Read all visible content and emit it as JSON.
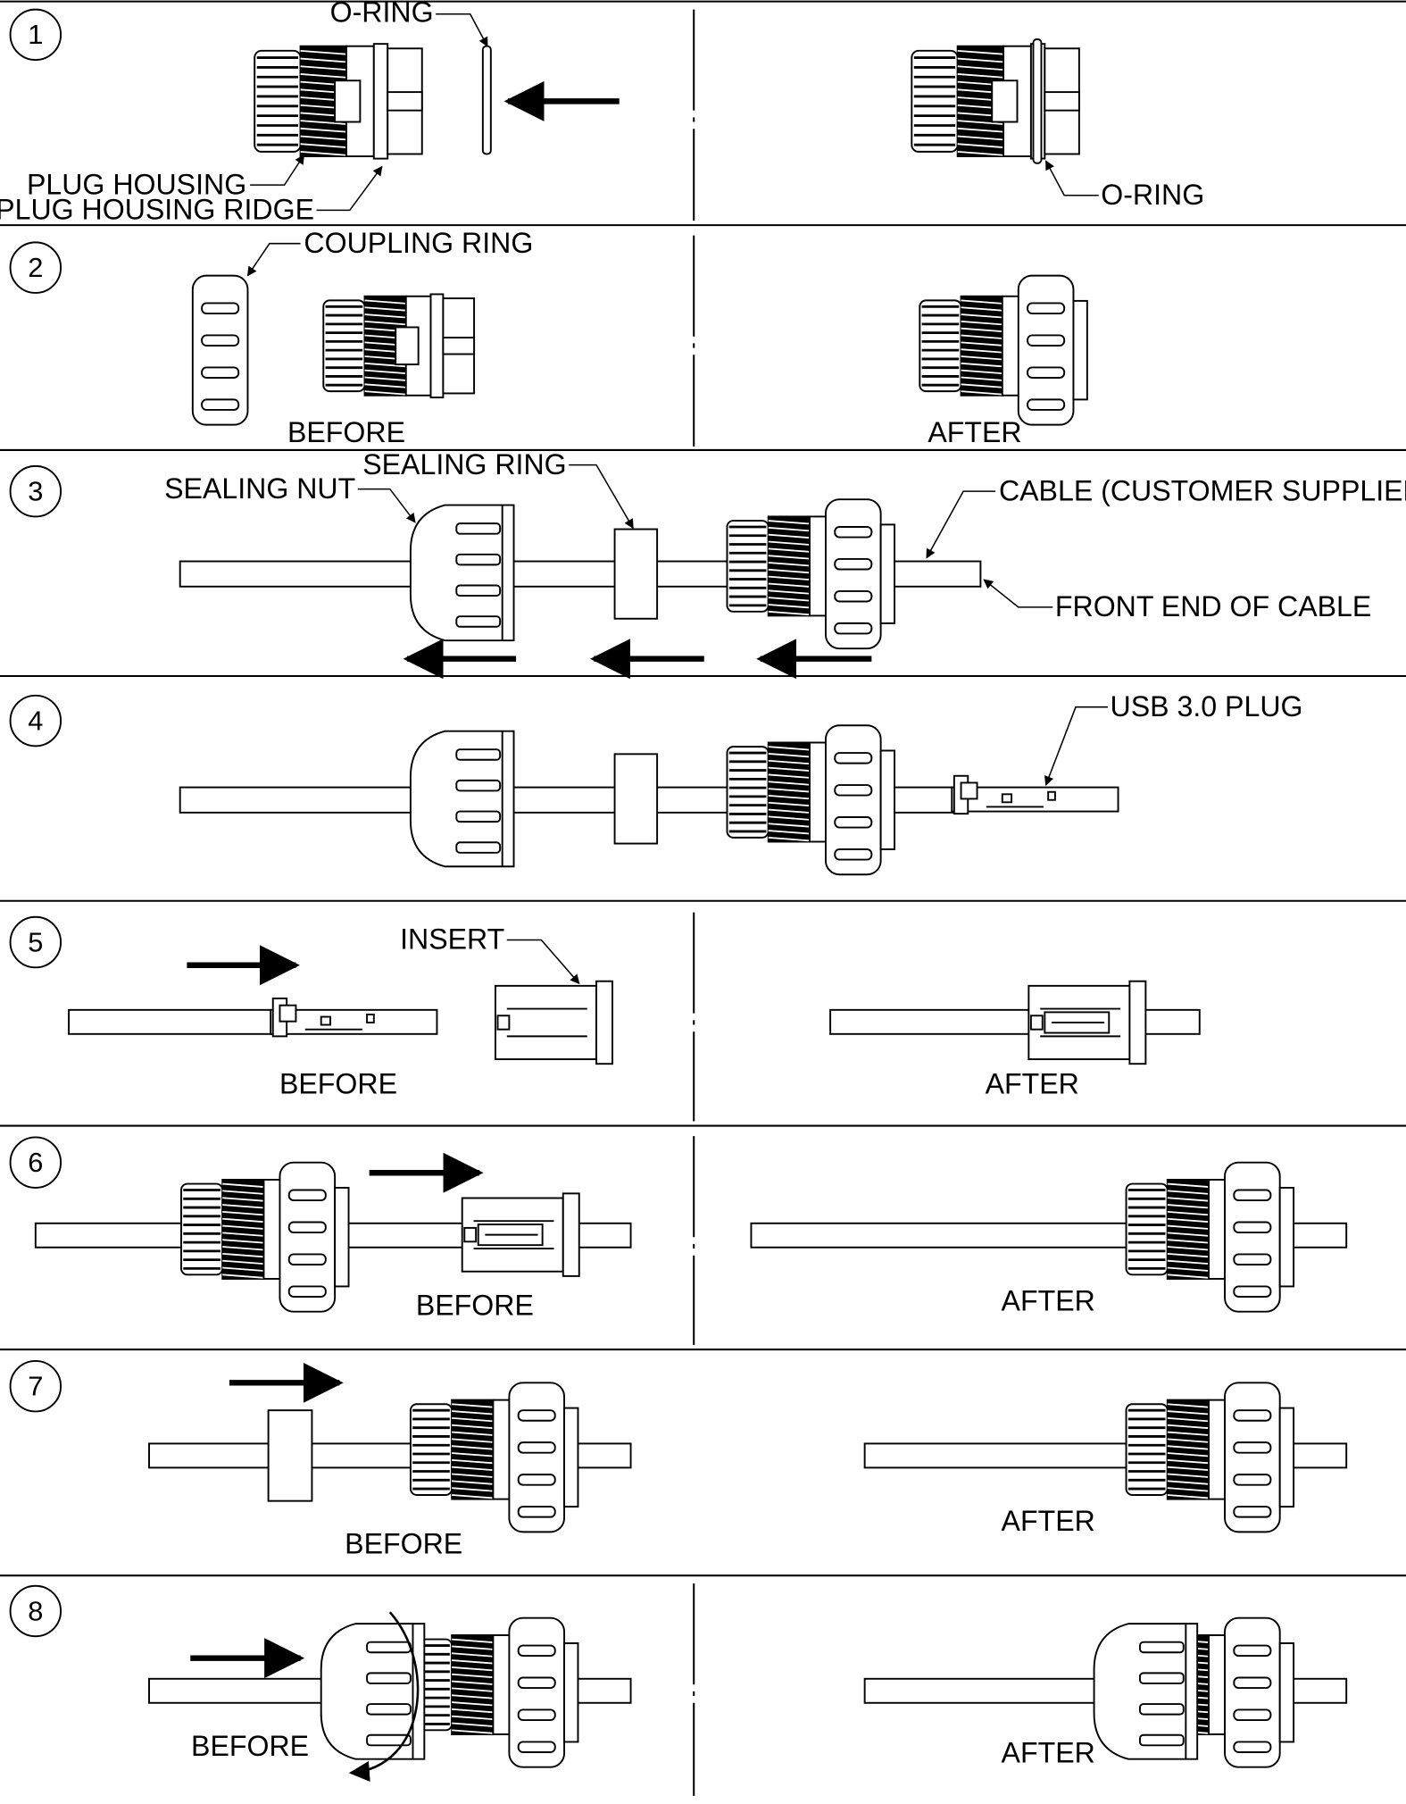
{
  "steps": [
    {
      "number": "1",
      "labels": {
        "o_ring_top": "O-RING",
        "plug_housing": "PLUG HOUSING",
        "plug_housing_ridge": "PLUG HOUSING RIDGE",
        "o_ring_after": "O-RING"
      }
    },
    {
      "number": "2",
      "labels": {
        "coupling_ring": "COUPLING RING",
        "before": "BEFORE",
        "after": "AFTER"
      }
    },
    {
      "number": "3",
      "labels": {
        "sealing_nut": "SEALING NUT",
        "sealing_ring": "SEALING RING",
        "cable": "CABLE (CUSTOMER SUPPLIED)",
        "front_end": "FRONT END OF CABLE"
      }
    },
    {
      "number": "4",
      "labels": {
        "usb_plug": "USB 3.0 PLUG"
      }
    },
    {
      "number": "5",
      "labels": {
        "insert": "INSERT",
        "before": "BEFORE",
        "after": "AFTER"
      }
    },
    {
      "number": "6",
      "labels": {
        "before": "BEFORE",
        "after": "AFTER"
      }
    },
    {
      "number": "7",
      "labels": {
        "before": "BEFORE",
        "after": "AFTER"
      }
    },
    {
      "number": "8",
      "labels": {
        "before": "BEFORE",
        "after": "AFTER"
      }
    }
  ],
  "colors": {
    "line": "#000000",
    "background": "#ffffff"
  }
}
